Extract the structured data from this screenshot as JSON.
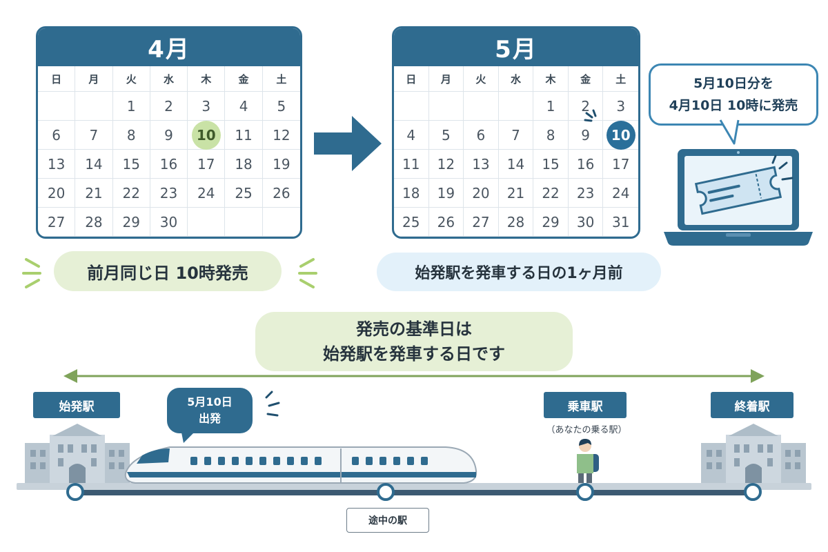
{
  "april": {
    "title": "4月",
    "weekdays": [
      "日",
      "月",
      "火",
      "水",
      "木",
      "金",
      "土"
    ],
    "cells": [
      "",
      "",
      "1",
      "2",
      "3",
      "4",
      "5",
      "6",
      "7",
      "8",
      "9",
      "10",
      "11",
      "12",
      "13",
      "14",
      "15",
      "16",
      "17",
      "18",
      "19",
      "20",
      "21",
      "22",
      "23",
      "24",
      "25",
      "26",
      "27",
      "28",
      "29",
      "30",
      "",
      "",
      ""
    ],
    "highlight": "10"
  },
  "may": {
    "title": "5月",
    "weekdays": [
      "日",
      "月",
      "火",
      "水",
      "木",
      "金",
      "土"
    ],
    "cells": [
      "",
      "",
      "",
      "",
      "1",
      "2",
      "3",
      "4",
      "5",
      "6",
      "7",
      "8",
      "9",
      "10",
      "11",
      "12",
      "13",
      "14",
      "15",
      "16",
      "17",
      "18",
      "19",
      "20",
      "21",
      "22",
      "23",
      "24",
      "25",
      "26",
      "27",
      "28",
      "29",
      "30",
      "31"
    ],
    "highlight": "10"
  },
  "captions": {
    "april": "前月同じ日 10時発売",
    "may": "始発駅を発車する日の1ヶ月前"
  },
  "bubble": {
    "line1": "5月10日分を",
    "line2": "4月10日 10時に発売"
  },
  "rule": {
    "line1": "発売の基準日は",
    "line2": "始発駅を発車する日です"
  },
  "stations": {
    "origin": "始発駅",
    "boarding": "乗車駅",
    "boarding_note": "（あなたの乗る駅）",
    "terminal": "終着駅",
    "midway": "途中の駅"
  },
  "departure": {
    "line1": "5月10日",
    "line2": "出発"
  },
  "colors": {
    "primary": "#2f6b8f",
    "green_highlight": "#c9e2a6",
    "blue_highlight": "#2a6f9a",
    "arrow_green": "#7fa35a"
  }
}
